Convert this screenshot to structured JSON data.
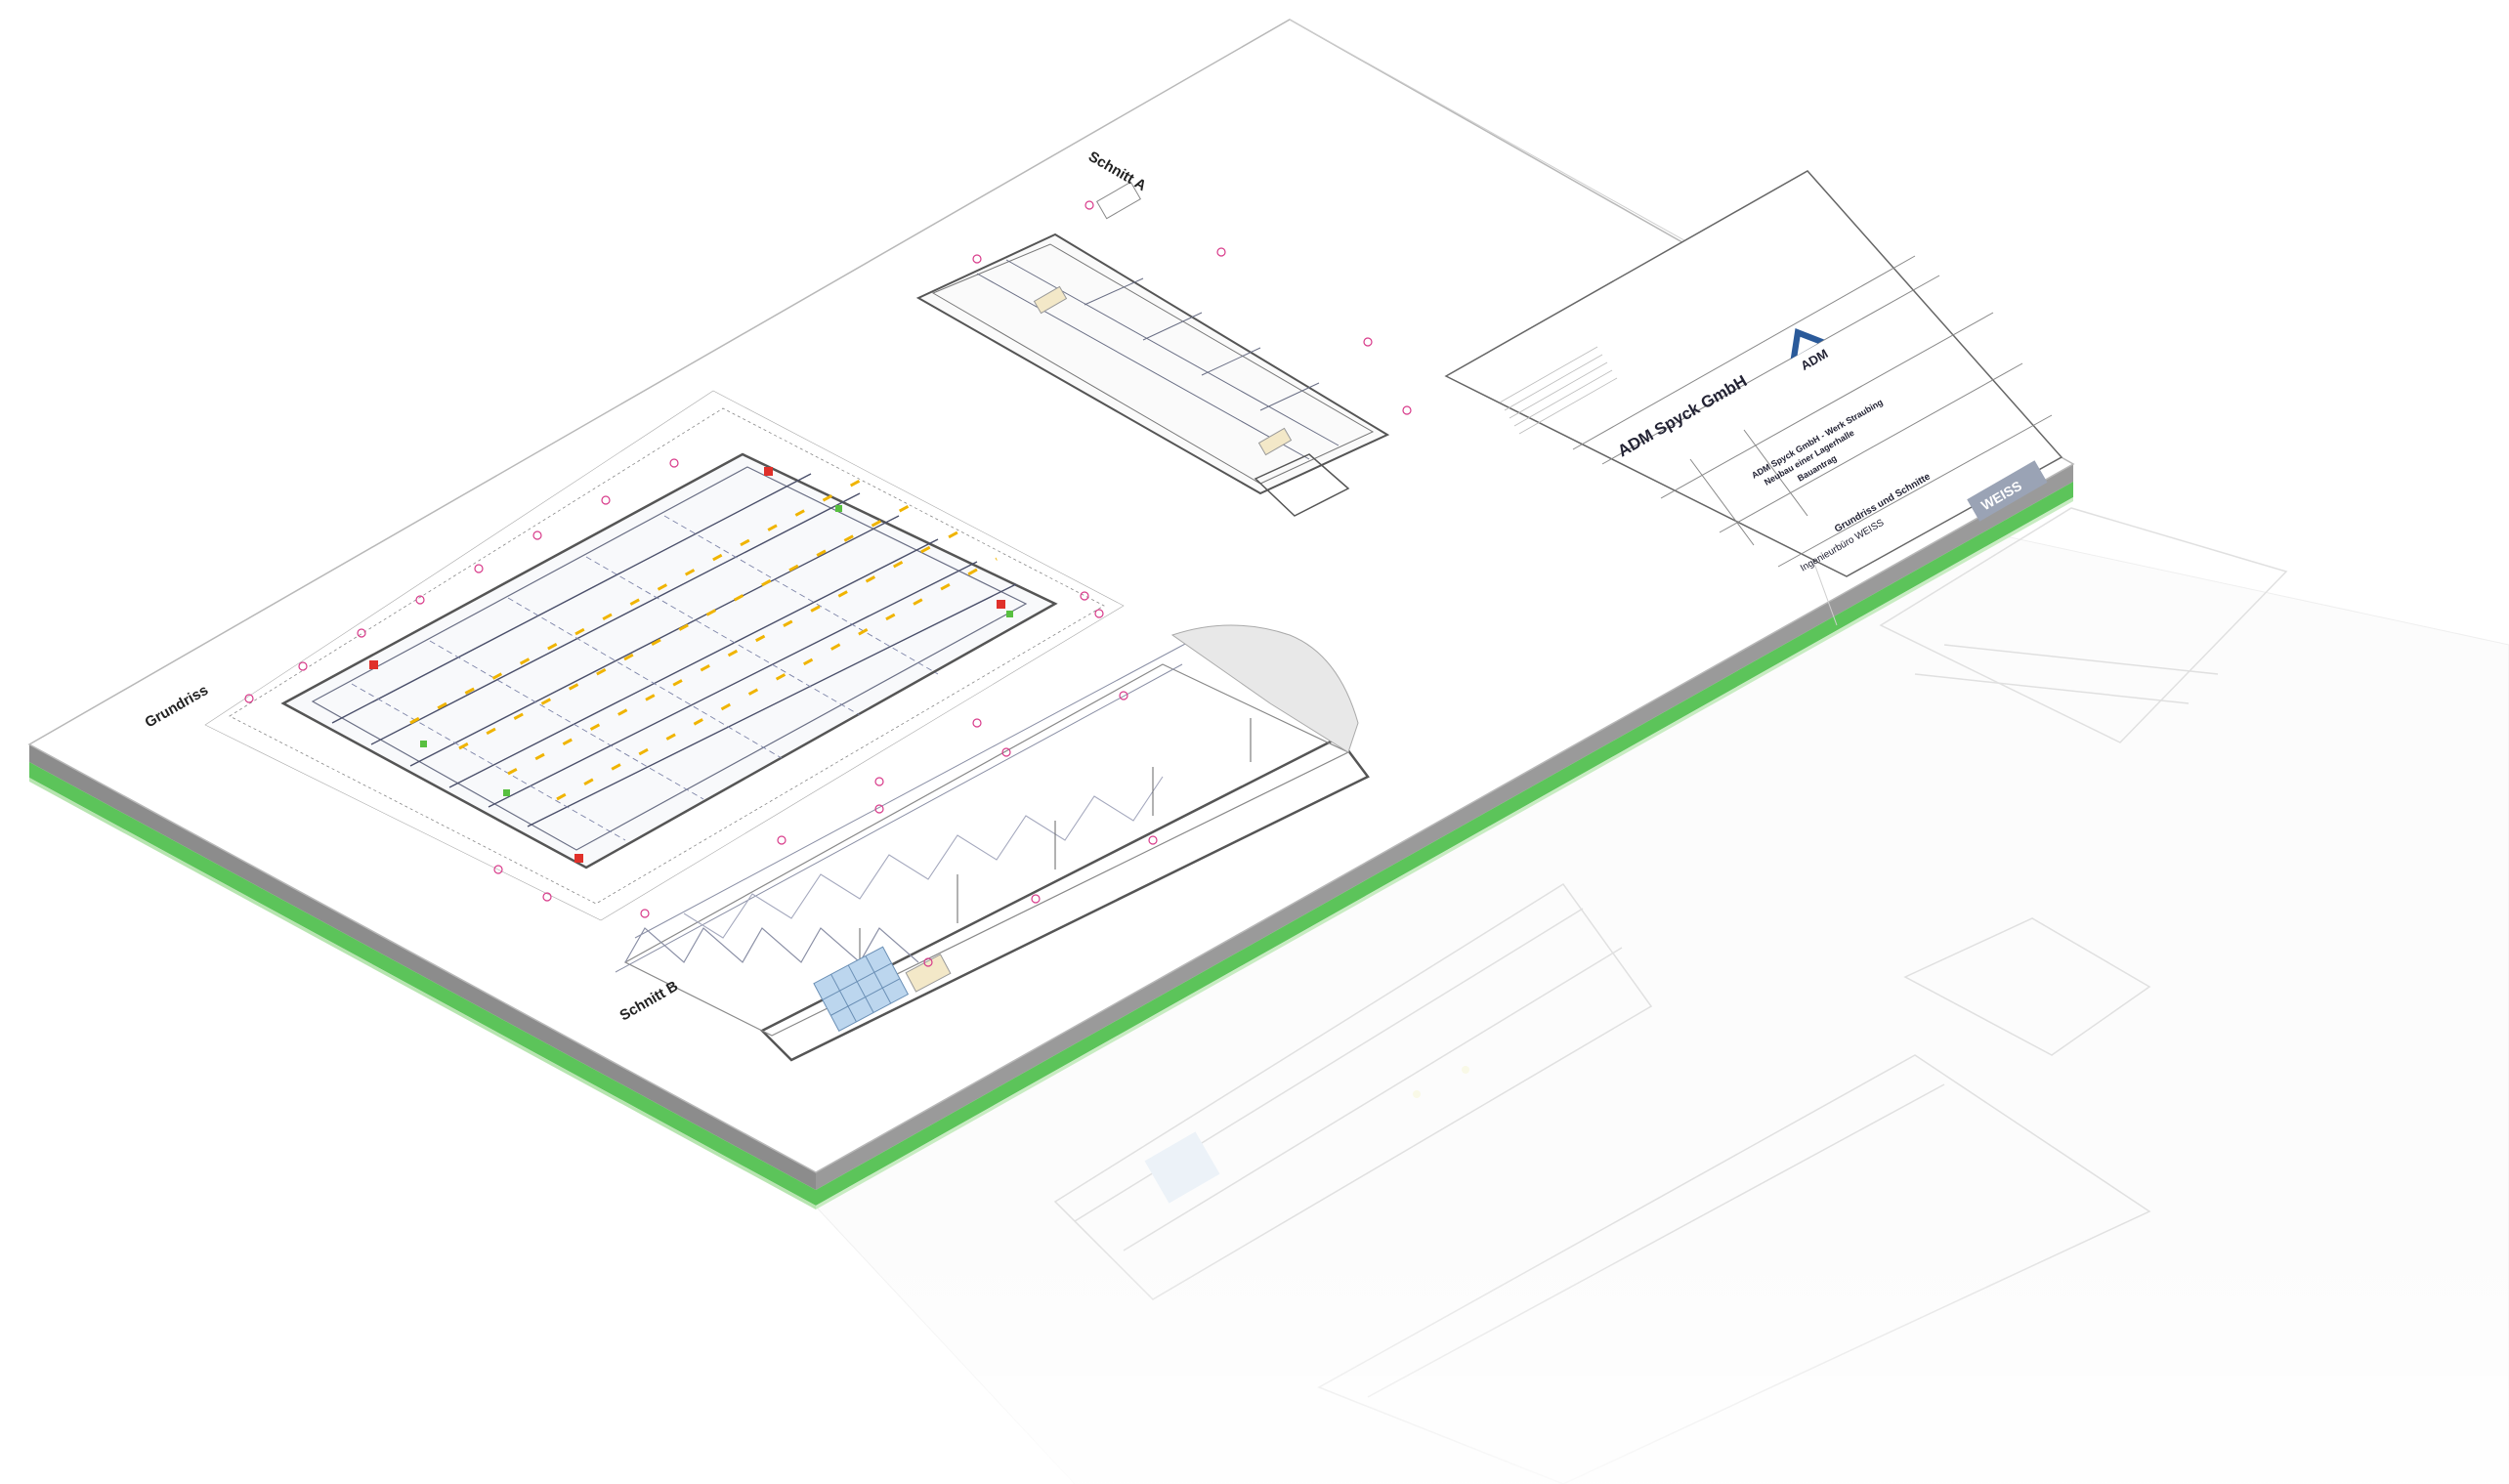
{
  "labels": {
    "grundriss": "Grundriss",
    "schnitt_a": "Schnitt A",
    "schnitt_b": "Schnitt B"
  },
  "title_block": {
    "company": "ADM Spyck GmbH",
    "project_line_1": "ADM Spyck GmbH - Werk Straubing",
    "project_line_2": "Neubau einer Lagerhalle",
    "project_line_3": "Bauantrag",
    "drawing_title": "Grundriss und Schnitte",
    "office": "Ingenieurbüro WEISS",
    "logo_text": "ADM",
    "weiss_logo": "WEISS"
  },
  "colors": {
    "sheet_edge_green": "#5cc45a",
    "line_ink": "#6a6f85",
    "dim_pink": "#d83a8a",
    "accent_yellow": "#f0b400",
    "marker_red": "#e0302a",
    "marker_green": "#58c040",
    "logo_blue": "#2a5a9a"
  }
}
